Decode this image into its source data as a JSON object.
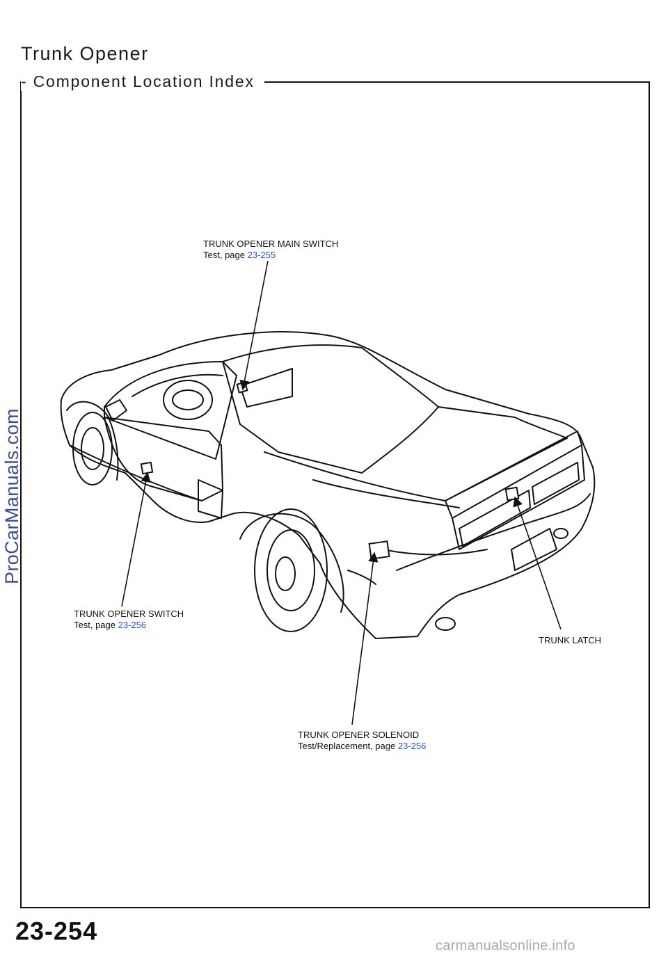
{
  "header": {
    "title": "Trunk Opener",
    "subtitle": "- Component Location Index"
  },
  "callouts": {
    "main_switch": {
      "name": "TRUNK OPENER MAIN SWITCH",
      "prefix": "Test, page",
      "page": "23-255"
    },
    "opener_switch": {
      "name": "TRUNK OPENER SWITCH",
      "prefix": "Test, page",
      "page": "23-256"
    },
    "latch": {
      "name": "TRUNK LATCH"
    },
    "solenoid": {
      "name": "TRUNK OPENER SOLENOID",
      "prefix": "Test/Replacement, page",
      "page": "23-256"
    }
  },
  "colors": {
    "link": "#2a52c8",
    "watermark": "#3b4a9a",
    "footer": "#aaaaaa"
  },
  "watermark": "ProCarManuals.com",
  "page_number": "23-254",
  "footer": "carmanualsonline.info"
}
